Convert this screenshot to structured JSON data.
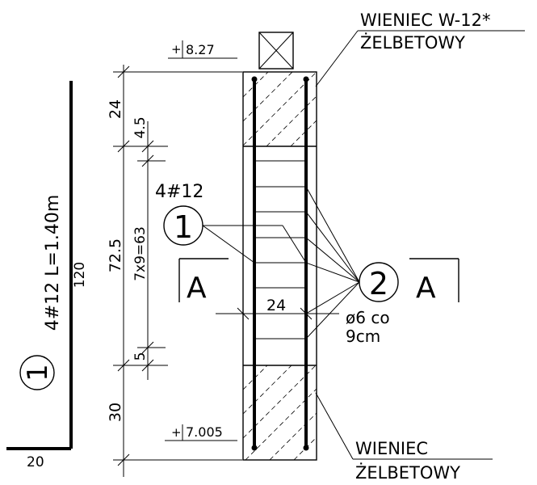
{
  "labels": {
    "top_rim_line1": "WIENIEC W-12*",
    "top_rim_line2": "ŻELBETOWY",
    "bottom_rim_line1": "WIENIEC",
    "bottom_rim_line2": "ŻELBETOWY",
    "top_elevation_sign": "+",
    "top_elevation": "8.27",
    "bottom_elevation_sign": "+",
    "bottom_elevation": "7.005",
    "bar_callout": "4#12",
    "bar1_number": "1",
    "stirrup_number": "2",
    "stirrup_spec_line1": "ø6  co",
    "stirrup_spec_line2": "9cm",
    "section_left": "A",
    "section_right": "A",
    "width_dim": "24",
    "bar_schedule": "4#12  L=1.40m",
    "bar_schedule_number": "1",
    "bar_length": "120",
    "bar_hook": "20"
  },
  "dimensions": {
    "outer": [
      "24",
      "72.5",
      "30"
    ],
    "inner": [
      "4.5",
      "7x9=63",
      "5"
    ]
  }
}
